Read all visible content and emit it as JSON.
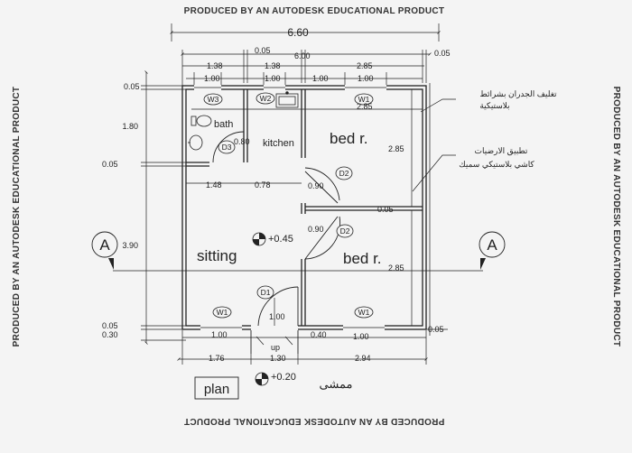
{
  "banners": {
    "top": "PRODUCED BY AN AUTODESK EDUCATIONAL PRODUCT",
    "bottom": "PRODUCED BY AN AUTODESK EDUCATIONAL PRODUCT",
    "left": "PRODUCED BY AN AUTODESK EDUCATIONAL PRODUCT",
    "right": "PRODUCED BY AN AUTODESK EDUCATIONAL PRODUCT"
  },
  "top_dims": {
    "overall": "6.60",
    "a_138": "1.38",
    "a_005": "0.05",
    "a_138b": "1.38",
    "a_600": "6.00",
    "a_285": "2.85",
    "a_005r": "0.05",
    "b_100a": "1.00",
    "b_100b": "1.00",
    "b_100c": "1.00",
    "b_100d": "1.00"
  },
  "left_dims": {
    "d_005": "0.05",
    "d_180": "1.80",
    "d_005b": "0.05",
    "d_390": "3.90",
    "d_005c": "0.05",
    "d_030": "0.30"
  },
  "right_dims": {
    "d_285a": "2.85",
    "d_285b": "2.85",
    "d_005": "0.05",
    "d_005b": "0.05"
  },
  "bottom_dims": {
    "b_100a": "1.00",
    "b_040": "0.40",
    "b_100b": "1.00",
    "c_176": "1.76",
    "c_130": "1.30",
    "c_294": "2.94"
  },
  "inner_dims": {
    "d_080": "0.80",
    "d_148": "1.48",
    "d_078": "0.78",
    "d_090a": "0.90",
    "d_090b": "0.90",
    "d_100": "1.00",
    "d_285": "2.85"
  },
  "rooms": {
    "bath": "bath",
    "kitchen": "kitchen",
    "bed1": "bed r.",
    "bed2": "bed r.",
    "sitting": "sitting"
  },
  "tags": {
    "w3": "W3",
    "w2": "W2",
    "w1_top": "W1",
    "w1_bl": "W1",
    "w1_br": "W1",
    "d3": "D3",
    "d2a": "D2",
    "d2b": "D2",
    "d1": "D1"
  },
  "levels": {
    "inside": "+0.45",
    "outside": "+0.20",
    "up": "up"
  },
  "section": {
    "left": "A",
    "right": "A"
  },
  "notes": {
    "wall_line1": "تغليف الجدران بشرائط",
    "wall_line2": "بلاستيكية",
    "floor_line1": "تطبيق الارضيات",
    "floor_line2": "كاشي بلاستيكي سميك",
    "walkway": "ممشى"
  },
  "plan_label": "plan"
}
